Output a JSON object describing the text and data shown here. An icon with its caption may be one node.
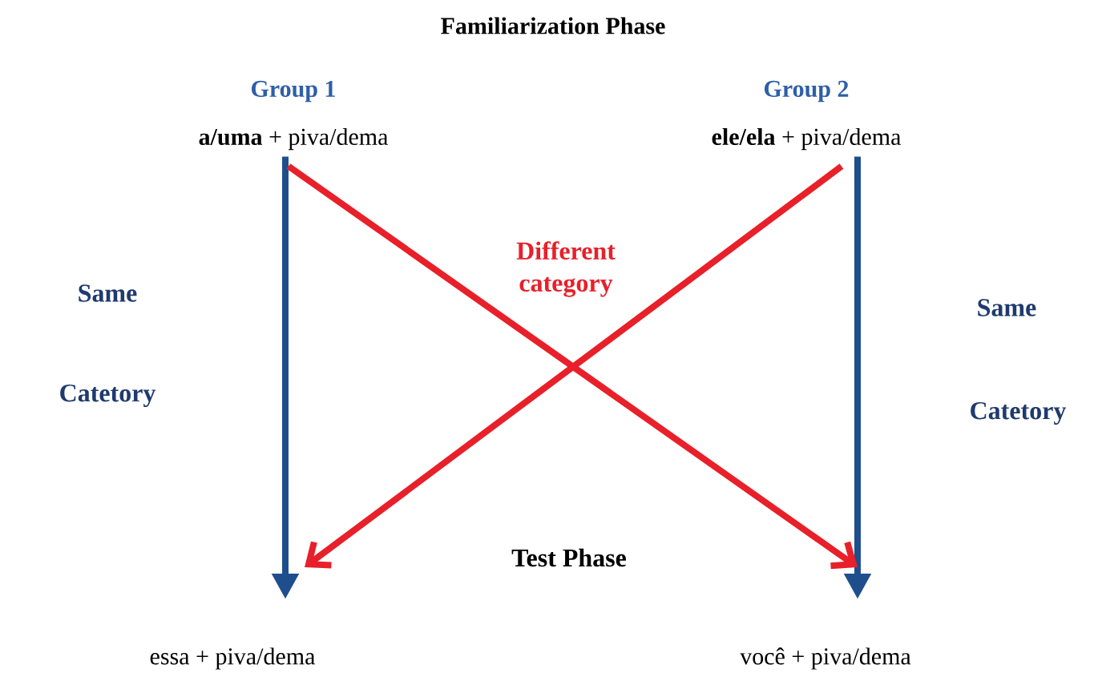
{
  "diagram": {
    "title": "Familiarization Phase",
    "nodes": [
      {
        "text": [
          "Group 1",
          "**a/uma** + piva/dema"
        ]
      },
      {
        "text": [
          "Group 2",
          "**ele/ela** + piva/dema"
        ]
      },
      {
        "text": [
          "essa + piva/dema"
        ]
      },
      {
        "text": [
          "você + piva/dema"
        ]
      }
    ],
    "edges": [
      {
        "from": 0,
        "to": 2,
        "arrow": "to"
      },
      {
        "from": 1,
        "to": 3,
        "arrow": "to"
      },
      {
        "from": 0,
        "to": 3,
        "arrow": "to",
        "color": "#e8202a"
      },
      {
        "from": 1,
        "to": 2,
        "arrow": "to",
        "color": "#e8202a"
      }
    ],
    "labels": [
      "Same",
      "Different category",
      "Same",
      "Catetory",
      "Catetory",
      "Test Phase"
    ]
  }
}
